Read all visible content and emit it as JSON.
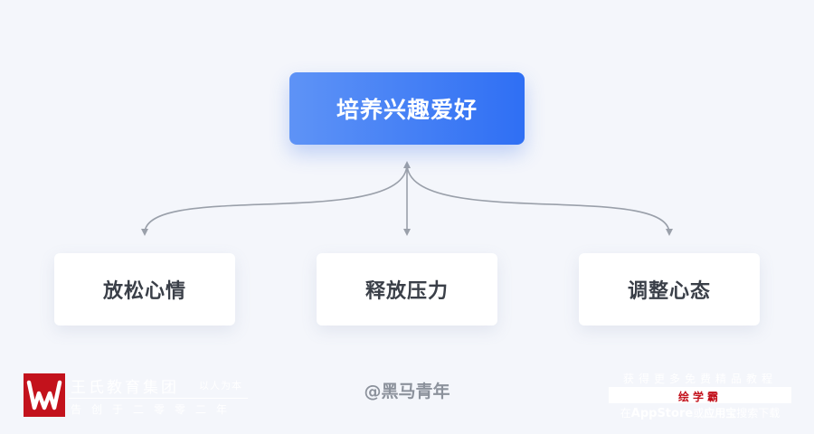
{
  "diagram": {
    "root": {
      "label": "培养兴趣爱好"
    },
    "children": [
      {
        "label": "放松心情"
      },
      {
        "label": "释放压力"
      },
      {
        "label": "调整心态"
      }
    ],
    "colors": {
      "root_gradient_start": "#5e93f6",
      "root_gradient_end": "#2f6ff4",
      "root_text": "#ffffff",
      "child_bg": "#ffffff",
      "child_text": "#3a3f48",
      "connector": "#9aa0aa",
      "page_bg": "#f4f6fb"
    }
  },
  "credit": "@黑马青年",
  "watermark_left": {
    "org": "王氏教育集团",
    "motto": "以人为本",
    "slogan": "告创于二零零二年",
    "logo_color": "#c3121c"
  },
  "watermark_right": {
    "top_line": "获得更多免费精品教程",
    "brand": "绘学霸",
    "bottom_prefix": "在",
    "bottom_store": "AppStore",
    "bottom_mid": "或",
    "bottom_app": "应用宝",
    "bottom_suffix": "搜索下载"
  }
}
